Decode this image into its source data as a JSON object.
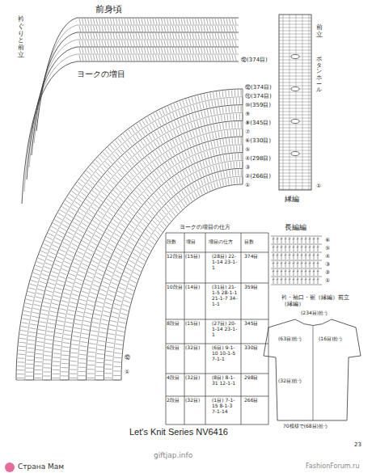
{
  "diagram": {
    "caption": "Let's Knit Series NV6416",
    "labels": [
      "前身頃",
      "ヨークの増目",
      "衿ぐりと前立",
      "⑫(374目)",
      "⑫(374目)",
      "⑪(374目)",
      "⑩(359目)",
      "⑨",
      "⑧(345目)",
      "⑦",
      "⑥(330目)",
      "⑤",
      "④(298目)",
      "③",
      "②(266目)",
      "①",
      "前立",
      "ボタンホール",
      "①",
      "縁編",
      "長編編",
      "⑥",
      "⑤",
      "④",
      "③",
      "②",
      "①",
      "ヨークの増目の仕方",
      "段数",
      "増目",
      "増目の仕方",
      "目数",
      "12段目",
      "(15目)",
      "(28目) 22-1-14 23-1-1",
      "374目",
      "10段目",
      "(14目)",
      "(31目) 21-1-5 28-1-1 21-1-7 34-1-1",
      "359目",
      "8段目",
      "(15目)",
      "(27目) 20-1-14 23-1-1",
      "345目",
      "6段目",
      "(32目)",
      "(6目) 9-1-10 10-1-5 7-1-1",
      "330目",
      "4段目",
      "(32目)",
      "(8目) 8-1-31 12-1-1",
      "298目",
      "2段目",
      "(32目)",
      "(1目) 7-1-15 8-1-3 7-1-14",
      "266目",
      "衿・袖口・裾（縁編）前立（縁編）",
      "(234目)拾う",
      "(63目)拾う",
      "(16目)拾う",
      "(32目)拾う",
      "70模様で(68目)拾う",
      "23",
      "Страна Мам",
      "giftjap.info",
      "FashionForum.ru",
      "⑫",
      "①"
    ]
  }
}
